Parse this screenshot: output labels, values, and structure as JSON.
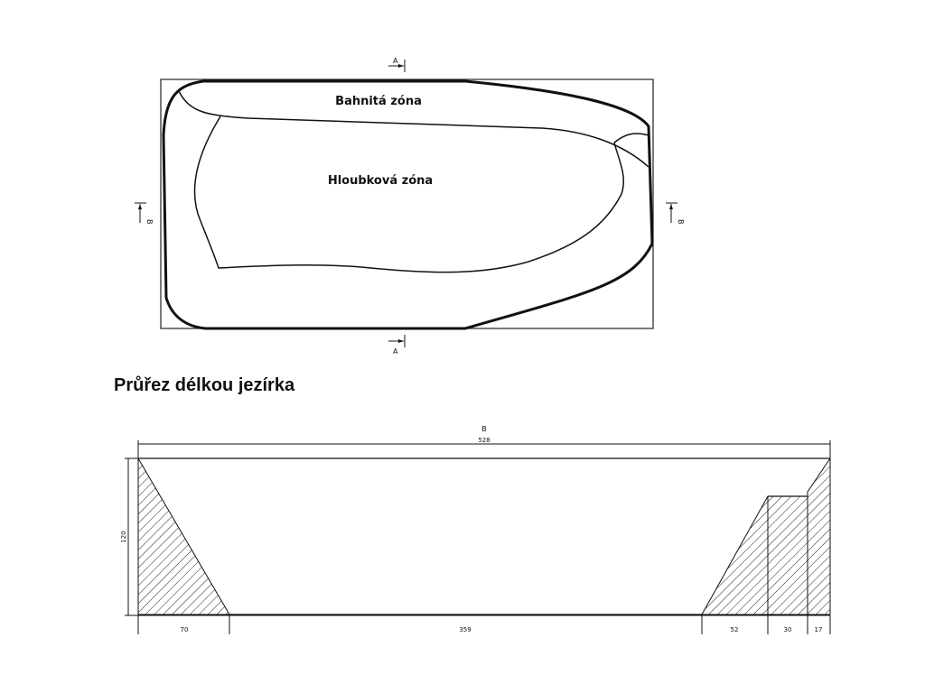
{
  "plan": {
    "zones": {
      "mud_zone": "Bahnitá zóna",
      "deep_zone": "Hloubková zóna"
    },
    "section_marks": {
      "top": "A",
      "bottom": "A",
      "left": "B",
      "right": "B"
    }
  },
  "section": {
    "heading": "Průřez délkou jezírka",
    "label": "B",
    "overall_length": "528",
    "depth": "120",
    "bottom_dimensions": [
      "70",
      "359",
      "52",
      "30",
      "17"
    ]
  }
}
